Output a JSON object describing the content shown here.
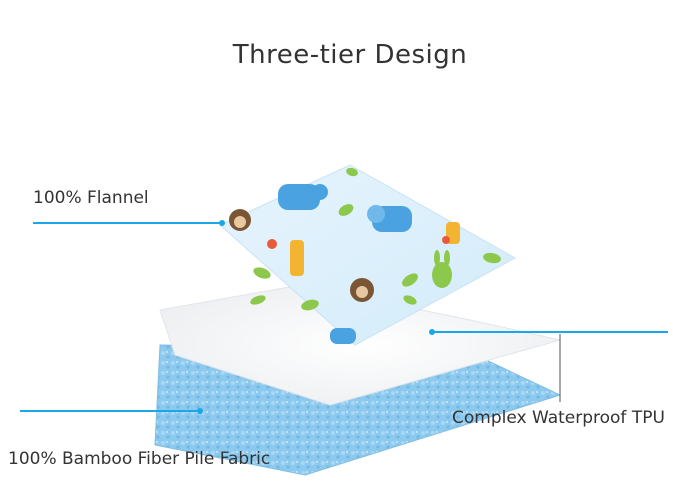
{
  "title": "Three-tier Design",
  "layers": {
    "top": {
      "label": "100% Flannel"
    },
    "middle": {
      "label": "Complex Waterproof TPU"
    },
    "bottom": {
      "label": "100% Bamboo Fiber Pile Fabric"
    }
  },
  "colors": {
    "leader_line": "#1aa7e8",
    "flannel_base": "#dceffc",
    "tpu_layer": "#f4f5f7",
    "bamboo_layer": "#8cc9ee"
  }
}
